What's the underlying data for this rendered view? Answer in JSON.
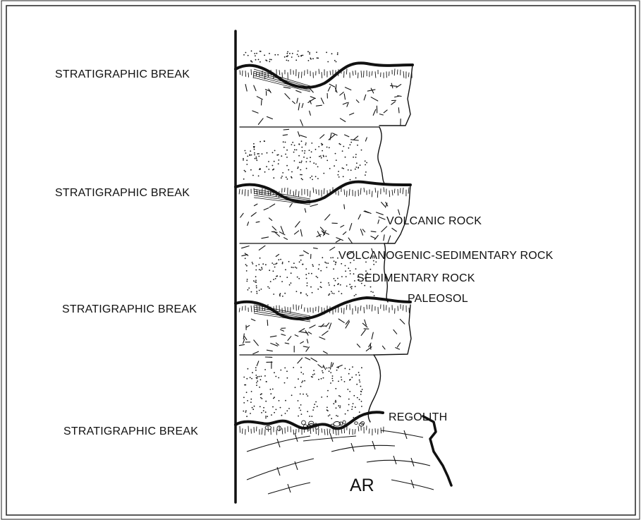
{
  "diagram": {
    "break_labels": [
      "STRATIGRAPHIC BREAK",
      "STRATIGRAPHIC BREAK",
      "STRATIGRAPHIC BREAK",
      "STRATIGRAPHIC BREAK"
    ],
    "legend": {
      "volcanic": "VOLCANIC ROCK",
      "volcanogenic": "VOLCANOGENIC-SEDIMENTARY ROCK",
      "sedimentary": "SEDIMENTARY ROCK",
      "paleosol": "PALEOSOL",
      "regolith": "REGOLITH"
    },
    "basement_label": "AR"
  }
}
